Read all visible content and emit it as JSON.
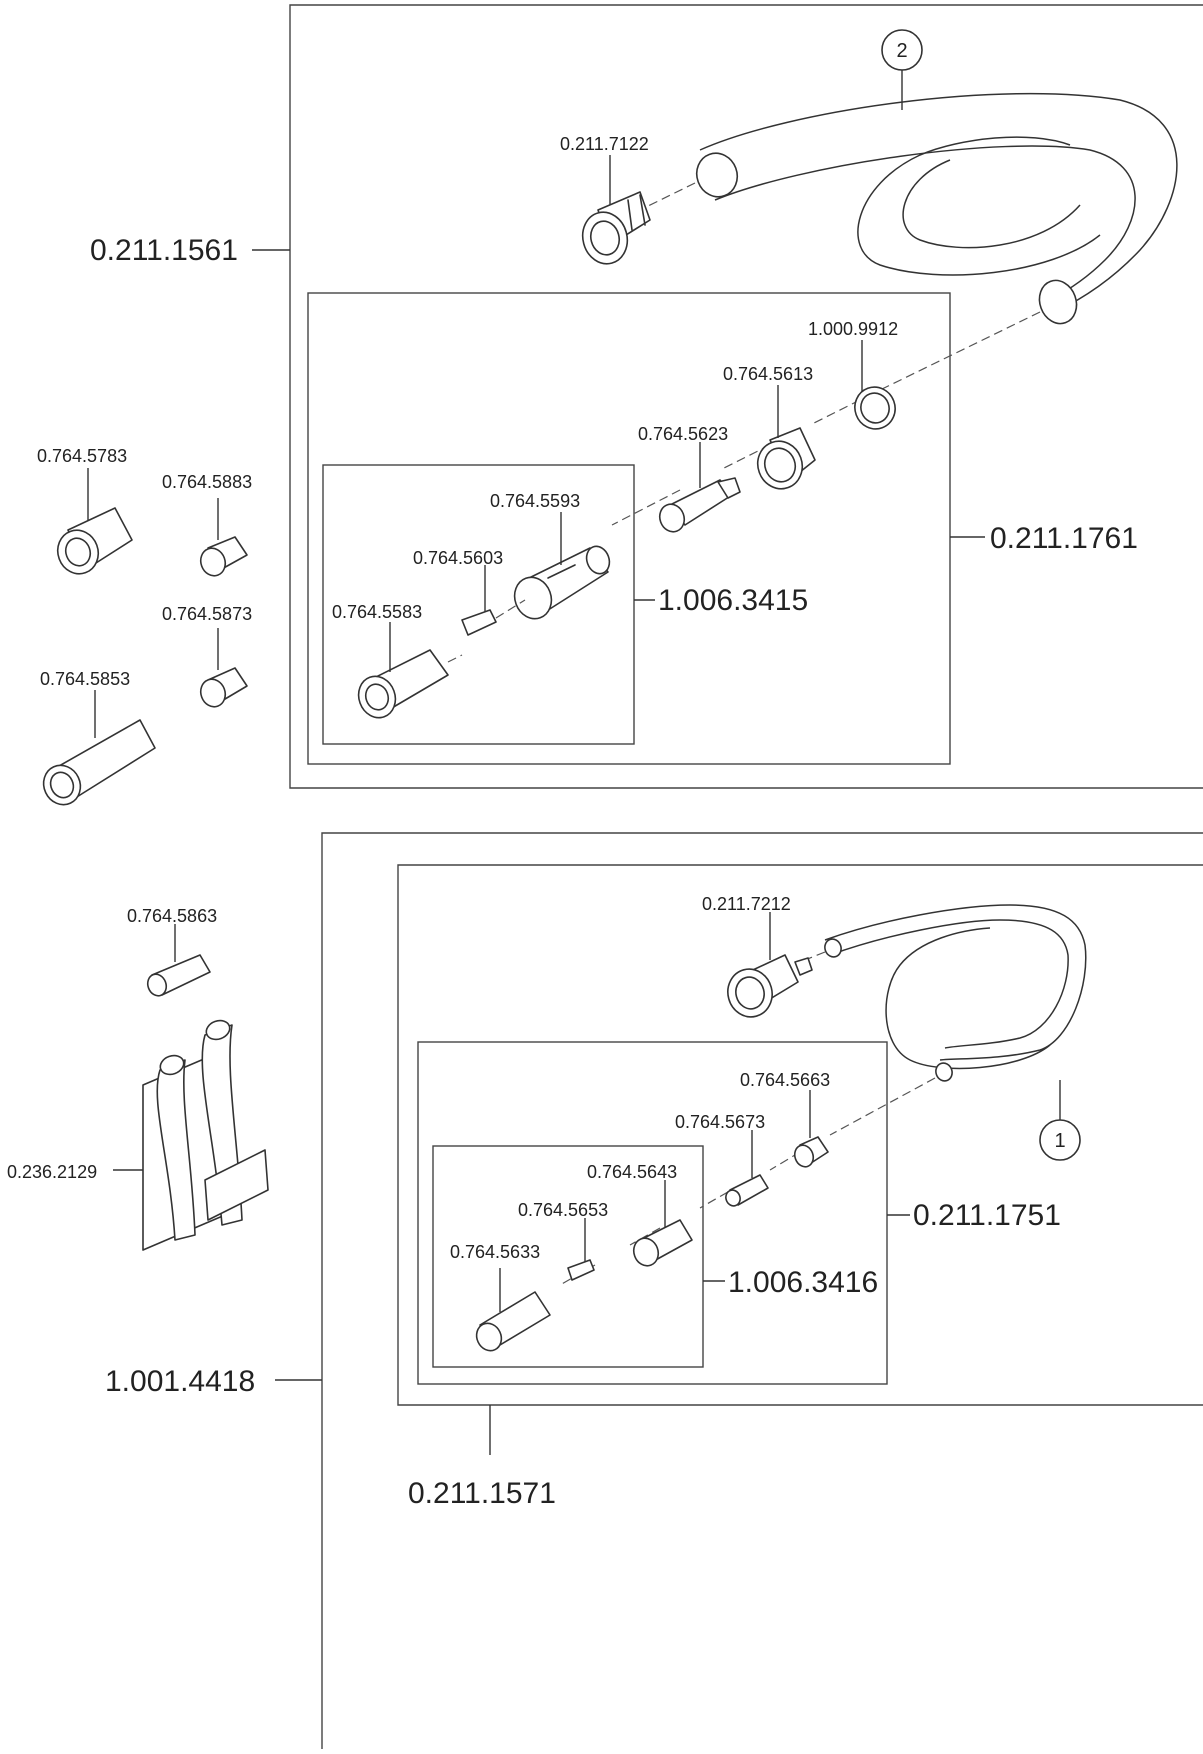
{
  "labels": {
    "p_0_211_7122": "0.211.7122",
    "p_1_000_9912": "1.000.9912",
    "p_0_764_5613": "0.764.5613",
    "p_0_764_5623": "0.764.5623",
    "p_0_764_5593": "0.764.5593",
    "p_0_764_5603": "0.764.5603",
    "p_0_764_5583": "0.764.5583",
    "p_0_764_5783": "0.764.5783",
    "p_0_764_5883": "0.764.5883",
    "p_0_764_5873": "0.764.5873",
    "p_0_764_5853": "0.764.5853",
    "p_0_764_5863": "0.764.5863",
    "p_0_236_2129": "0.236.2129",
    "p_0_211_7212": "0.211.7212",
    "p_0_764_5663": "0.764.5663",
    "p_0_764_5673": "0.764.5673",
    "p_0_764_5643": "0.764.5643",
    "p_0_764_5653": "0.764.5653",
    "p_0_764_5633": "0.764.5633"
  },
  "groups": {
    "g_0_211_1561": "0.211.1561",
    "g_0_211_1761": "0.211.1761",
    "g_1_006_3415": "1.006.3415",
    "g_0_211_1751": "0.211.1751",
    "g_1_006_3416": "1.006.3416",
    "g_1_001_4418": "1.001.4418",
    "g_0_211_1571": "0.211.1571"
  },
  "callouts": {
    "c_2": "2",
    "c_1": "1"
  }
}
